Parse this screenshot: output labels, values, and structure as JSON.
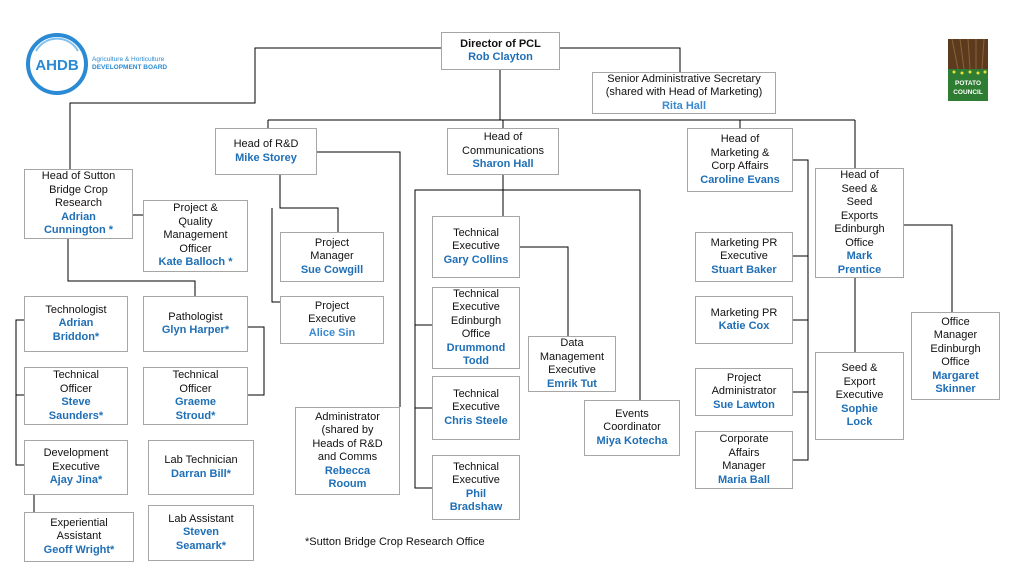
{
  "logos": {
    "ahdb": {
      "mark": "AHDB",
      "line1": "Agriculture & Horticulture",
      "line2": "DEVELOPMENT BOARD"
    },
    "potato": {
      "line1": "POTATO",
      "line2": "COUNCIL"
    }
  },
  "colors": {
    "name": "#1f6fb6",
    "line": "#000000",
    "border": "#a6a6a6",
    "ahdb_blue": "#2a8ad4",
    "potato_green": "#2f7d32",
    "potato_brown": "#5b3a1e"
  },
  "footnote": "*Sutton Bridge Crop Research Office",
  "boxes": {
    "director": {
      "title": "Director of PCL",
      "name": "Rob Clayton"
    },
    "senior_secretary": {
      "title": "Senior Administrative Secretary\n(shared with Head of Marketing)",
      "name": "Rita Hall"
    },
    "head_rd": {
      "title": "Head of R&D",
      "name": "Mike Storey"
    },
    "head_comms": {
      "title": "Head of\nCommunications",
      "name": "Sharon Hall"
    },
    "head_marketing": {
      "title": "Head of\nMarketing &\nCorp Affairs",
      "name": "Caroline Evans"
    },
    "head_seed": {
      "title": "Head of\nSeed &\nSeed\nExports\nEdinburgh\nOffice",
      "name": "Mark\nPrentice"
    },
    "head_sutton": {
      "title": "Head of Sutton\nBridge Crop\nResearch",
      "name": "Adrian\nCunnington *"
    },
    "pq_manager": {
      "title": "Project &\nQuality\nManagement\nOfficer",
      "name": "Kate Balloch *"
    },
    "technologist": {
      "title": "Technologist",
      "name": "Adrian\nBriddon*"
    },
    "pathologist": {
      "title": "Pathologist",
      "name": "Glyn Harper*"
    },
    "tech_officer_1": {
      "title": "Technical\nOfficer",
      "name": "Steve\nSaunders*"
    },
    "tech_officer_2": {
      "title": "Technical\nOfficer",
      "name": "Graeme\nStroud*"
    },
    "dev_exec": {
      "title": "Development\nExecutive",
      "name": "Ajay Jina*"
    },
    "lab_tech": {
      "title": "Lab Technician",
      "name": "Darran Bill*"
    },
    "experiential": {
      "title": "Experiential\nAssistant",
      "name": "Geoff Wright*"
    },
    "lab_assistant": {
      "title": "Lab Assistant",
      "name": "Steven\nSeamark*"
    },
    "project_manager": {
      "title": "Project\nManager",
      "name": "Sue Cowgill"
    },
    "project_exec": {
      "title": "Project\nExecutive",
      "name": "Alice Sin"
    },
    "administrator": {
      "title": "Administrator\n(shared by\nHeads of R&D\nand Comms",
      "name": "Rebecca\nRooum"
    },
    "tech_exec_1": {
      "title": "Technical\nExecutive",
      "name": "Gary Collins"
    },
    "tech_exec_edin": {
      "title": "Technical\nExecutive\nEdinburgh\nOffice",
      "name": "Drummond\nTodd"
    },
    "tech_exec_2": {
      "title": "Technical\nExecutive",
      "name": "Chris Steele"
    },
    "tech_exec_3": {
      "title": "Technical\nExecutive",
      "name": "Phil\nBradshaw"
    },
    "data_mgmt": {
      "title": "Data\nManagement\nExecutive",
      "name": "Emrik Tut"
    },
    "events": {
      "title": "Events\nCoordinator",
      "name": "Miya Kotecha"
    },
    "mkt_pr_exec": {
      "title": "Marketing PR\nExecutive",
      "name": "Stuart Baker"
    },
    "mkt_pr": {
      "title": "Marketing PR",
      "name": "Katie Cox"
    },
    "project_admin": {
      "title": "Project\nAdministrator",
      "name": "Sue Lawton"
    },
    "corp_affairs": {
      "title": "Corporate\nAffairs\nManager",
      "name": "Maria Ball"
    },
    "seed_export": {
      "title": "Seed &\nExport\nExecutive",
      "name": "Sophie\nLock"
    },
    "office_mgr": {
      "title": "Office\nManager\nEdinburgh\nOffice",
      "name": "Margaret\nSkinner"
    }
  }
}
